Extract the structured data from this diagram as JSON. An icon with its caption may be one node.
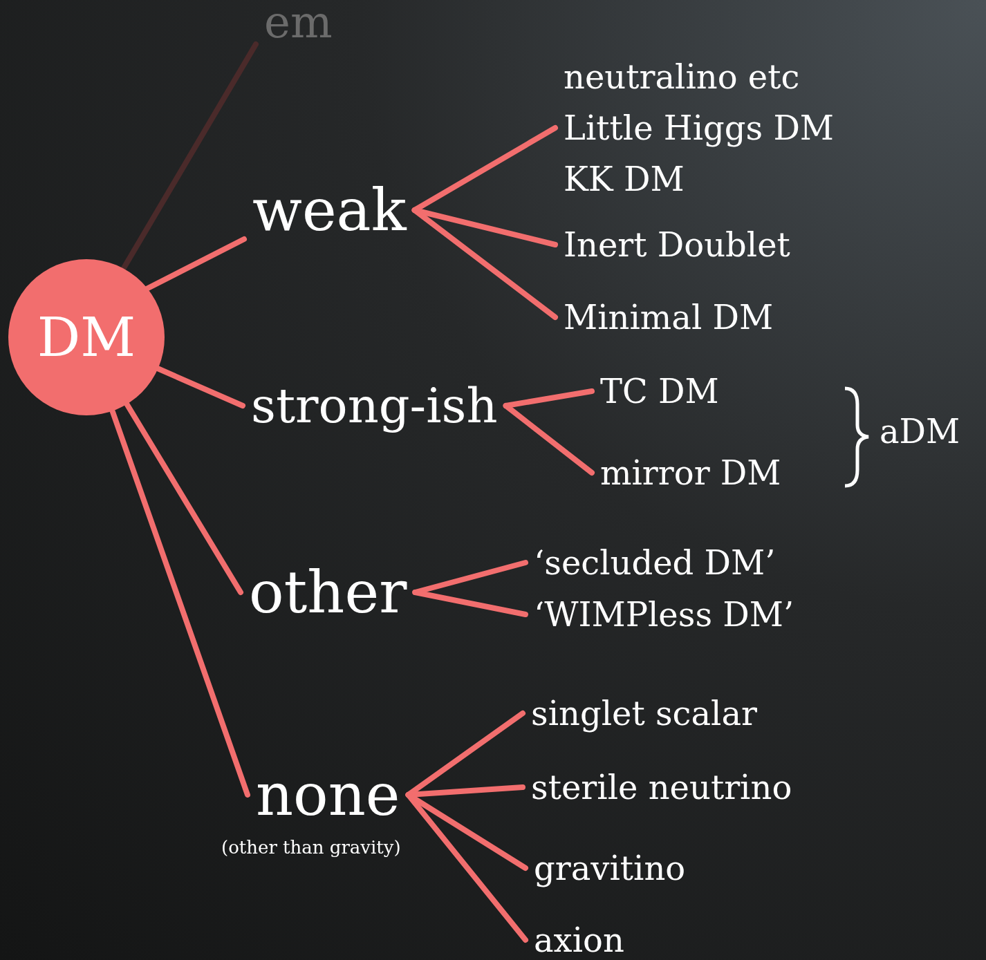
{
  "diagram": {
    "nodes": [
      {
        "text": [
          "DM"
        ]
      },
      {
        "text": [
          "em"
        ]
      },
      {
        "text": [
          "weak"
        ]
      },
      {
        "text": [
          "neutralino etc",
          "Little Higgs DM",
          "KK DM"
        ]
      },
      {
        "text": [
          "Inert Doublet"
        ]
      },
      {
        "text": [
          "Minimal DM"
        ]
      },
      {
        "text": [
          "strong-ish"
        ]
      },
      {
        "text": [
          "TC DM"
        ]
      },
      {
        "text": [
          "mirror DM"
        ]
      },
      {
        "text": [
          "other"
        ]
      },
      {
        "text": [
          "‘secluded DM’"
        ]
      },
      {
        "text": [
          "‘WIMPless DM’"
        ]
      },
      {
        "text": [
          "none"
        ],
        "beside": [
          "(other than gravity)"
        ]
      },
      {
        "text": [
          "singlet scalar"
        ]
      },
      {
        "text": [
          "sterile neutrino"
        ]
      },
      {
        "text": [
          "gravitino"
        ]
      },
      {
        "text": [
          "axion"
        ]
      }
    ],
    "edges": [
      {
        "from": 0,
        "to": 1,
        "arrow": "none",
        "color": "#4a2a2a"
      },
      {
        "from": 0,
        "to": 2,
        "arrow": "none"
      },
      {
        "from": 0,
        "to": 6,
        "arrow": "none"
      },
      {
        "from": 0,
        "to": 9,
        "arrow": "none"
      },
      {
        "from": 0,
        "to": 12,
        "arrow": "none"
      },
      {
        "from": 2,
        "to": 3,
        "arrow": "none"
      },
      {
        "from": 2,
        "to": 4,
        "arrow": "none"
      },
      {
        "from": 2,
        "to": 5,
        "arrow": "none"
      },
      {
        "from": 6,
        "to": 7,
        "arrow": "none"
      },
      {
        "from": 6,
        "to": 8,
        "arrow": "none"
      },
      {
        "from": 9,
        "to": 10,
        "arrow": "none"
      },
      {
        "from": 9,
        "to": 11,
        "arrow": "none"
      },
      {
        "from": 12,
        "to": 13,
        "arrow": "none"
      },
      {
        "from": 12,
        "to": 14,
        "arrow": "none"
      },
      {
        "from": 12,
        "to": 15,
        "arrow": "none"
      },
      {
        "from": 12,
        "to": 16,
        "arrow": "none"
      }
    ],
    "labels": [
      "aDM"
    ]
  }
}
